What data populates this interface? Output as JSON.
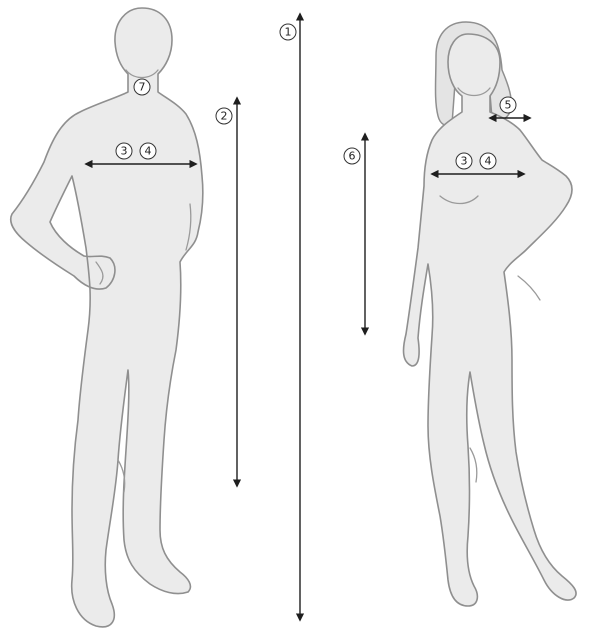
{
  "markers": {
    "m1": "1",
    "m2": "2",
    "m3": "3",
    "m4": "4",
    "m5": "5",
    "m6": "6",
    "m7": "7"
  },
  "colors": {
    "silhouette_fill": "#ebebeb",
    "silhouette_outline": "#8f8f8f",
    "measure_line": "#1e1e1e"
  }
}
